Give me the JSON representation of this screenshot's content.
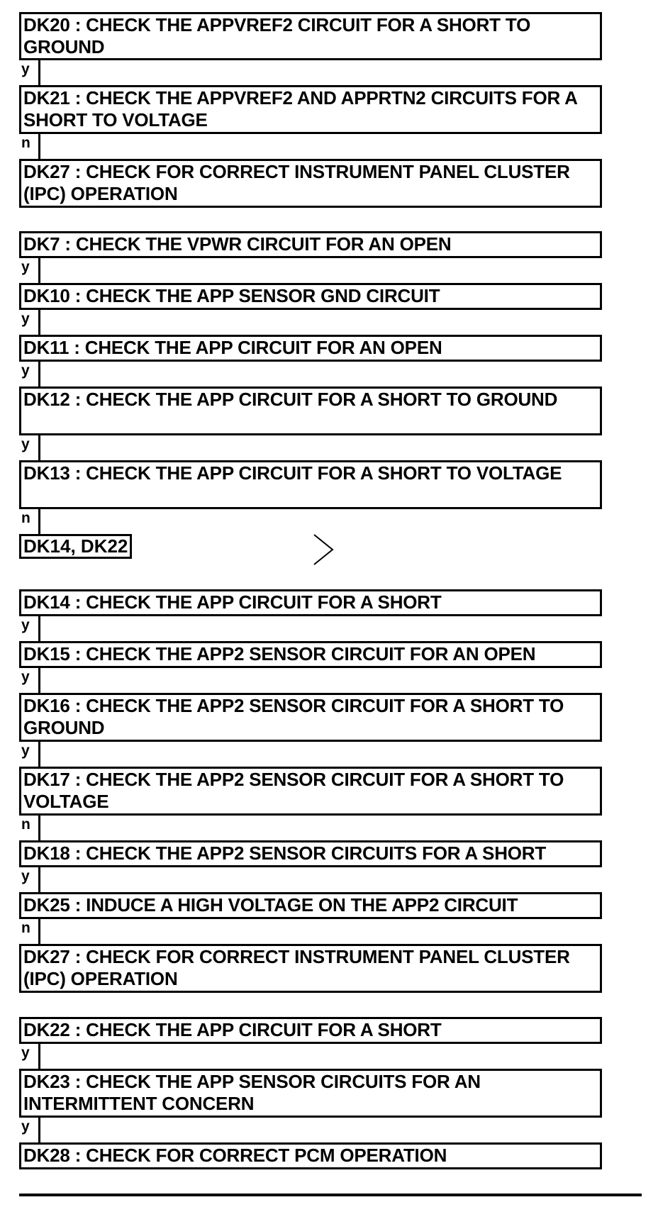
{
  "nodes": [
    {
      "id": "DK20",
      "text": "DK20 : CHECK THE APPVREF2 CIRCUIT FOR A SHORT TO GROUND"
    },
    {
      "id": "DK21",
      "text": "DK21 : CHECK THE APPVREF2 AND APPRTN2 CIRCUITS FOR A SHORT TO VOLTAGE"
    },
    {
      "id": "DK27a",
      "text": "DK27 : CHECK FOR CORRECT INSTRUMENT PANEL CLUSTER (IPC) OPERATION"
    },
    {
      "id": "DK7",
      "text": "DK7 : CHECK THE VPWR CIRCUIT FOR AN OPEN"
    },
    {
      "id": "DK10",
      "text": "DK10 : CHECK THE APP SENSOR GND CIRCUIT"
    },
    {
      "id": "DK11",
      "text": "DK11 : CHECK THE APP CIRCUIT FOR AN OPEN"
    },
    {
      "id": "DK12",
      "text": "DK12 : CHECK THE APP CIRCUIT FOR A SHORT TO GROUND"
    },
    {
      "id": "DK13",
      "text": "DK13 : CHECK THE APP CIRCUIT FOR A SHORT TO VOLTAGE"
    },
    {
      "id": "REF",
      "text": "DK14, DK22"
    },
    {
      "id": "DK14",
      "text": "DK14 : CHECK THE APP CIRCUIT FOR A SHORT"
    },
    {
      "id": "DK15",
      "text": "DK15 : CHECK THE APP2 SENSOR CIRCUIT FOR AN OPEN"
    },
    {
      "id": "DK16",
      "text": "DK16 : CHECK THE APP2 SENSOR CIRCUIT FOR A SHORT TO GROUND"
    },
    {
      "id": "DK17",
      "text": "DK17 : CHECK THE APP2 SENSOR CIRCUIT FOR A SHORT TO VOLTAGE"
    },
    {
      "id": "DK18",
      "text": "DK18 : CHECK THE APP2 SENSOR CIRCUITS FOR A SHORT"
    },
    {
      "id": "DK25",
      "text": "DK25 : INDUCE A HIGH VOLTAGE ON THE APP2 CIRCUIT"
    },
    {
      "id": "DK27b",
      "text": "DK27 : CHECK FOR CORRECT INSTRUMENT PANEL CLUSTER (IPC) OPERATION"
    },
    {
      "id": "DK22",
      "text": "DK22 : CHECK THE APP CIRCUIT FOR A SHORT"
    },
    {
      "id": "DK23",
      "text": "DK23 : CHECK THE APP SENSOR CIRCUITS FOR AN INTERMITTENT CONCERN"
    },
    {
      "id": "DK28",
      "text": "DK28 : CHECK FOR CORRECT PCM OPERATION"
    }
  ],
  "edges": [
    {
      "from": "DK20",
      "to": "DK21",
      "label": "y"
    },
    {
      "from": "DK21",
      "to": "DK27a",
      "label": "n"
    },
    {
      "from": "DK7",
      "to": "DK10",
      "label": "y"
    },
    {
      "from": "DK10",
      "to": "DK11",
      "label": "y"
    },
    {
      "from": "DK11",
      "to": "DK12",
      "label": "y"
    },
    {
      "from": "DK12",
      "to": "DK13",
      "label": "y"
    },
    {
      "from": "DK13",
      "to": "REF",
      "label": "n"
    },
    {
      "from": "DK14",
      "to": "DK15",
      "label": "y"
    },
    {
      "from": "DK15",
      "to": "DK16",
      "label": "y"
    },
    {
      "from": "DK16",
      "to": "DK17",
      "label": "y"
    },
    {
      "from": "DK17",
      "to": "DK18",
      "label": "n"
    },
    {
      "from": "DK18",
      "to": "DK25",
      "label": "y"
    },
    {
      "from": "DK25",
      "to": "DK27b",
      "label": "n"
    },
    {
      "from": "DK22",
      "to": "DK23",
      "label": "y"
    },
    {
      "from": "DK23",
      "to": "DK28",
      "label": "y"
    }
  ]
}
